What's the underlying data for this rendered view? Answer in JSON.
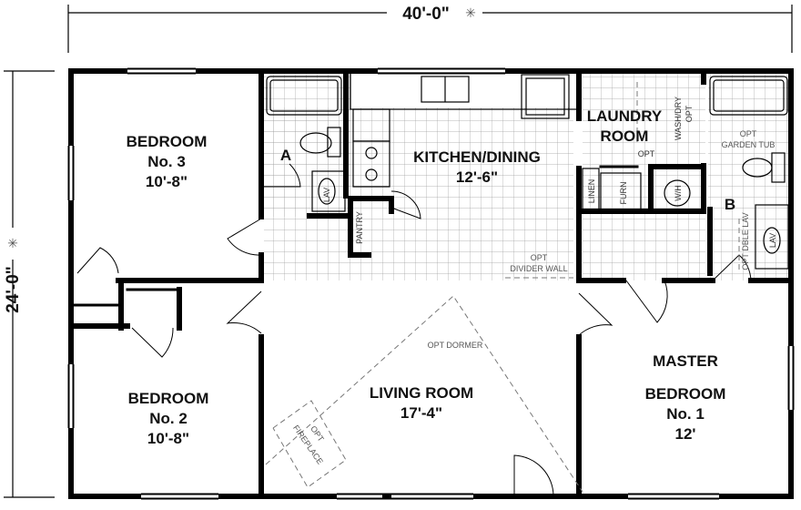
{
  "dimensions": {
    "width": "40'-0\"",
    "depth": "24'-0\""
  },
  "rooms": {
    "bedroom3": {
      "name": "BEDROOM",
      "number": "No. 3",
      "size": "10'-8\""
    },
    "bedroom2": {
      "name": "BEDROOM",
      "number": "No. 2",
      "size": "10'-8\""
    },
    "kitchen": {
      "name": "KITCHEN/DINING",
      "size": "12'-6\""
    },
    "laundry": {
      "line1": "LAUNDRY",
      "line2": "ROOM"
    },
    "living": {
      "name": "LIVING ROOM",
      "size": "17'-4\""
    },
    "master": {
      "line1": "MASTER",
      "line2": "BEDROOM",
      "number": "No. 1",
      "size": "12'"
    },
    "bath_a": {
      "label": "A"
    },
    "bath_b": {
      "label": "B"
    }
  },
  "fixtures": {
    "lav": "LAV",
    "pantry": "PANTRY",
    "linen": "LINEN",
    "furn": "FURN",
    "wh": "W/H",
    "wash_dry": "WASH/DRY",
    "opt": "OPT"
  },
  "options": {
    "garden_tub": {
      "line1": "OPT",
      "line2": "GARDEN TUB"
    },
    "dble_lav": "OPT DBLE LAV",
    "divider_wall": {
      "line1": "OPT",
      "line2": "DIVIDER WALL"
    },
    "dormer": "OPT DORMER",
    "fireplace": {
      "line1": "OPT",
      "line2": "FIREPLACE"
    }
  }
}
